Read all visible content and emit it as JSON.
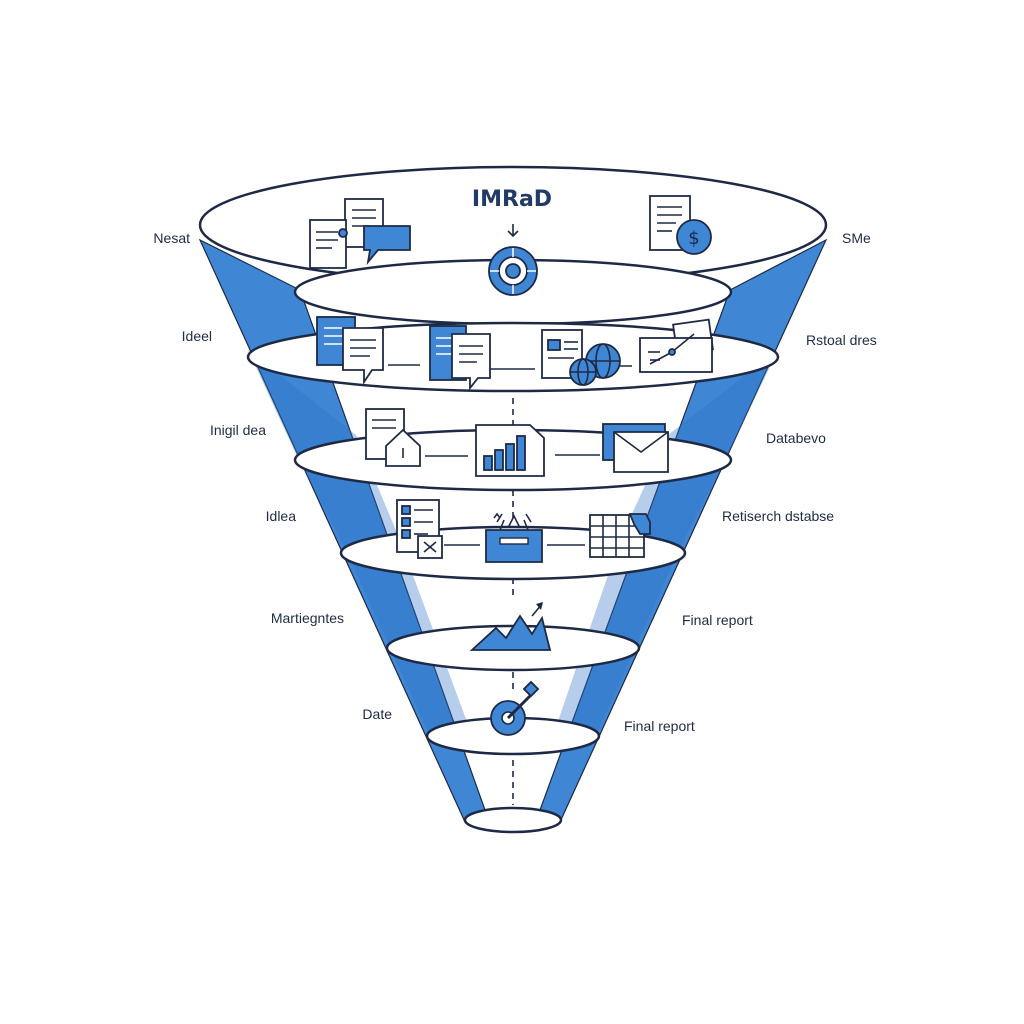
{
  "title": "IMRaD",
  "left_labels": [
    "Nesat",
    "Ideel",
    "Inigil dea",
    "Idlea",
    "Martiegntes",
    "Date"
  ],
  "right_labels": [
    "SMe",
    "Rstoal dres",
    "Databevo",
    "Retiserch dstabse",
    "Final report",
    "Final report"
  ],
  "colors": {
    "accent": "#3f86d4",
    "accent_dark": "#2a67b5",
    "outline": "#1e2a45",
    "background": "#ffffff"
  },
  "icons": {
    "tier_1": [
      "documents-chat-icon",
      "target-icon",
      "invoice-dollar-icon"
    ],
    "tier_2": [
      "documents-icon",
      "document-chat-icon",
      "documents-globe-icon",
      "network-chart-icon"
    ],
    "tier_3": [
      "document-house-icon",
      "bar-chart-document-icon",
      "envelope-icon"
    ],
    "tier_4": [
      "checklist-icon",
      "inbox-tray-icon",
      "spreadsheet-icon"
    ],
    "tier_5": [
      "trend-chart-icon"
    ],
    "tier_6": [
      "target-dart-icon"
    ]
  }
}
